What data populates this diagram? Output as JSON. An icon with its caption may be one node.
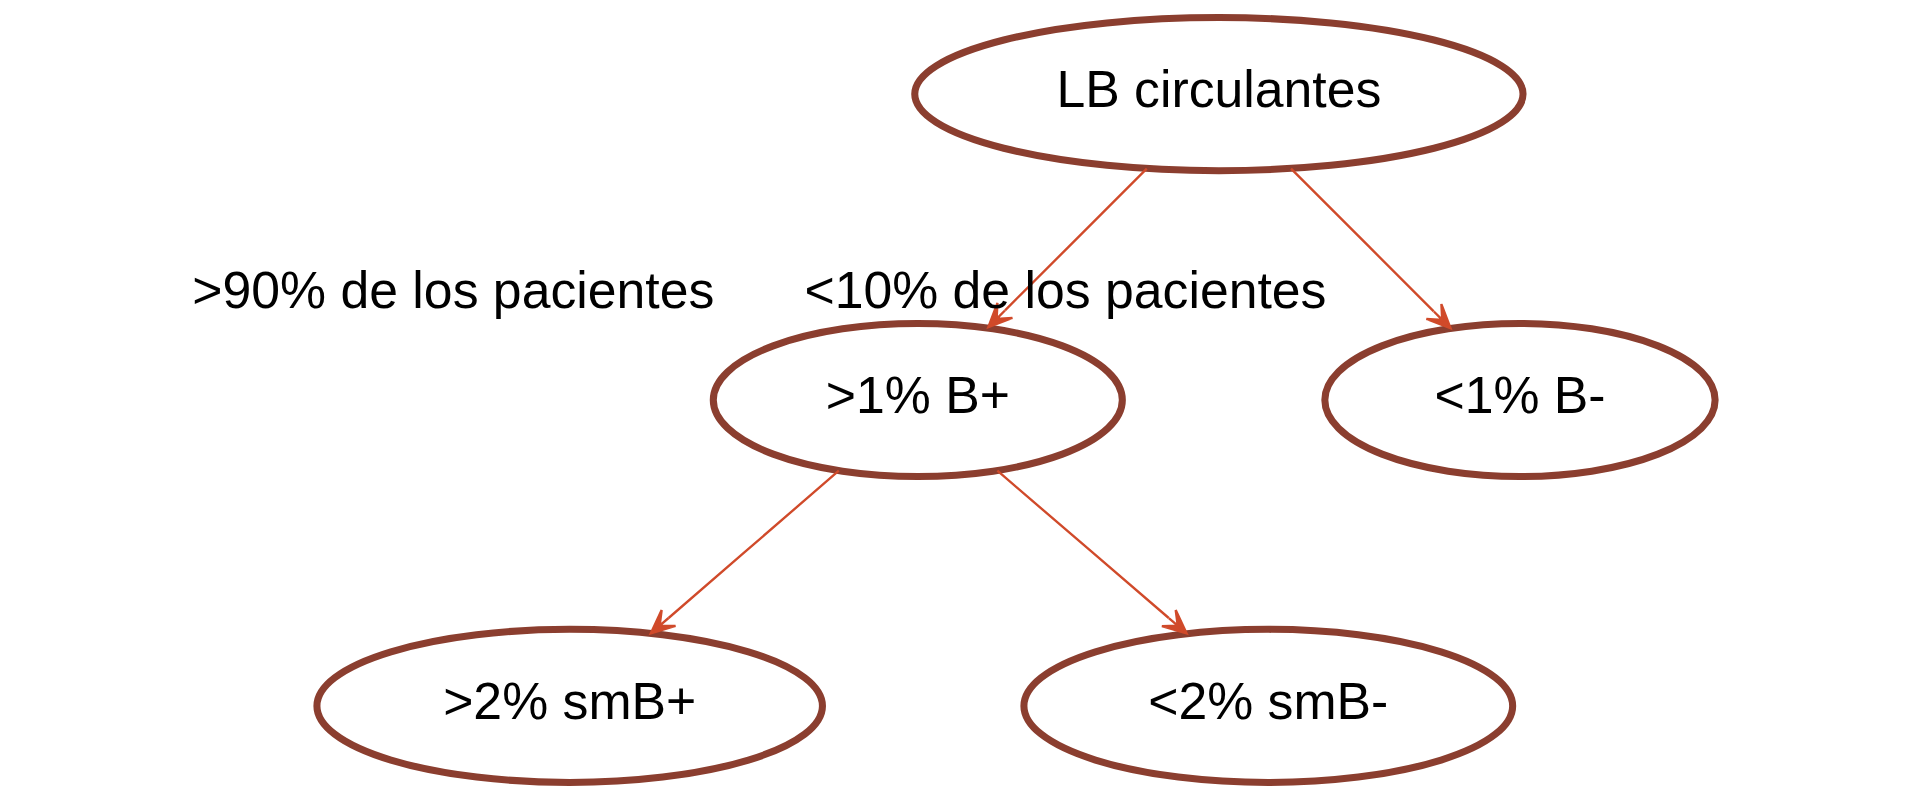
{
  "diagram": {
    "nodes": [
      {
        "text": [
          "LB circulantes"
        ]
      },
      {
        "text": [
          ">1% B+"
        ],
        "beside": [
          ">90% de los pacientes"
        ]
      },
      {
        "text": [
          "<1% B-"
        ],
        "beside": [
          "<10% de los pacientes"
        ]
      },
      {
        "text": [
          ">2% smB+"
        ]
      },
      {
        "text": [
          "<2% smB-"
        ]
      }
    ],
    "edges": [
      {
        "from": 0,
        "to": 1,
        "arrow": "to"
      },
      {
        "from": 0,
        "to": 2,
        "arrow": "to"
      },
      {
        "from": 1,
        "to": 3,
        "arrow": "to"
      },
      {
        "from": 1,
        "to": 4,
        "arrow": "to"
      }
    ]
  }
}
